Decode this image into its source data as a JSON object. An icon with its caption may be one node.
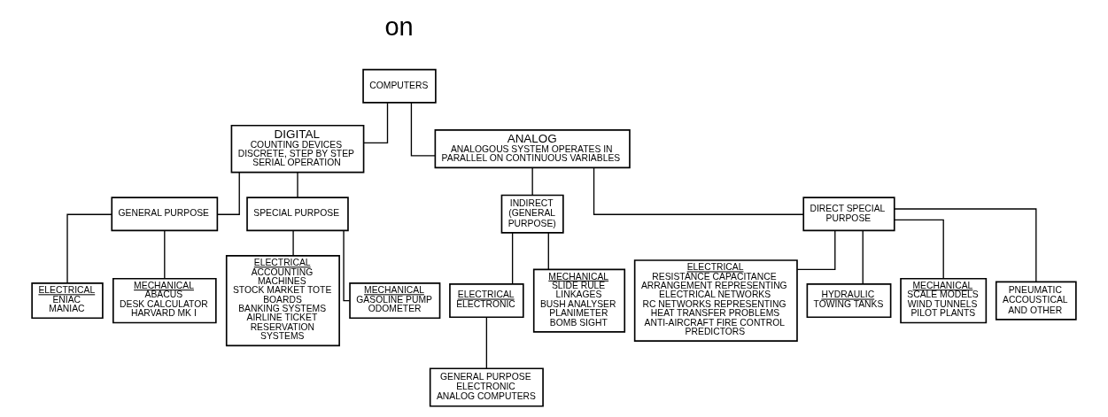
{
  "diagram": {
    "nodes": [
      {
        "text": [
          "COMPUTERS"
        ]
      },
      {
        "text": [
          "DIGITAL",
          "COUNTING DEVICES DISCRETE, STEP BY STEP SERIAL OPERATION"
        ]
      },
      {
        "text": [
          "ANALOG",
          "ANALOGOUS SYSTEM OPERATES IN PARALLEL ON CONTINUOUS VARIABLES"
        ]
      },
      {
        "text": [
          "GENERAL PURPOSE"
        ]
      },
      {
        "text": [
          "SPECIAL PURPOSE"
        ]
      },
      {
        "text": [
          "INDIRECT (GENERAL PURPOSE)"
        ]
      },
      {
        "text": [
          "DIRECT SPECIAL PURPOSE"
        ]
      },
      {
        "text": [
          "ELECTRICAL",
          "ENIAC",
          "MANIAC"
        ]
      },
      {
        "text": [
          "MECHANICAL",
          "ABACUS",
          "DESK CALCULATOR",
          "HARVARD MK I"
        ]
      },
      {
        "text": [
          "ELECTRICAL",
          "ACCOUNTING MACHINES",
          "STOCK MARKET TOTE BOARDS",
          "BANKING SYSTEMS",
          "AIRLINE TICKET RESERVATION SYSTEMS"
        ]
      },
      {
        "text": [
          "MECHANICAL",
          "GASOLINE PUMP",
          "ODOMETER"
        ]
      },
      {
        "text": [
          "ELECTRICAL",
          "ELECTRONIC"
        ]
      },
      {
        "text": [
          "MECHANICAL",
          "SLIDE RULE",
          "LINKAGES",
          "BUSH ANALYSER",
          "PLANIMETER",
          "BOMB SIGHT"
        ]
      },
      {
        "text": [
          "ELECTRICAL",
          "RESISTANCE CAPACITANCE ARRANGEMENT REPRESENTING ELECTRICAL NETWORKS",
          "RC NETWORKS REPRESENTING HEAT TRANSFER PROBLEMS",
          "ANTI-AIRCRAFT FIRE CONTROL PREDICTORS"
        ]
      },
      {
        "text": [
          "HYDRAULIC",
          "TOWING TANKS"
        ]
      },
      {
        "text": [
          "MECHANICAL",
          "SCALE MODELS",
          "WIND TUNNELS",
          "PILOT PLANTS"
        ]
      },
      {
        "text": [
          "PNEUMATIC ACCOUSTICAL AND OTHER"
        ]
      },
      {
        "text": [
          "GENERAL PURPOSE ELECTRONIC ANALOG COMPUTERS"
        ]
      }
    ],
    "edges": [
      {
        "from": 0,
        "to": 1,
        "arrow": "none"
      },
      {
        "from": 0,
        "to": 2,
        "arrow": "none"
      },
      {
        "from": 1,
        "to": 3,
        "arrow": "none"
      },
      {
        "from": 1,
        "to": 4,
        "arrow": "none"
      },
      {
        "from": 3,
        "to": 7,
        "arrow": "none"
      },
      {
        "from": 3,
        "to": 8,
        "arrow": "none"
      },
      {
        "from": 4,
        "to": 9,
        "arrow": "none"
      },
      {
        "from": 4,
        "to": 10,
        "arrow": "none"
      },
      {
        "from": 2,
        "to": 5,
        "arrow": "none"
      },
      {
        "from": 2,
        "to": 6,
        "arrow": "none"
      },
      {
        "from": 5,
        "to": 11,
        "arrow": "none"
      },
      {
        "from": 5,
        "to": 12,
        "arrow": "none"
      },
      {
        "from": 6,
        "to": 13,
        "arrow": "none"
      },
      {
        "from": 6,
        "to": 14,
        "arrow": "none"
      },
      {
        "from": 6,
        "to": 15,
        "arrow": "none"
      },
      {
        "from": 6,
        "to": 16,
        "arrow": "none"
      },
      {
        "from": 11,
        "to": 17,
        "arrow": "none"
      }
    ],
    "labels": [
      "on"
    ]
  }
}
